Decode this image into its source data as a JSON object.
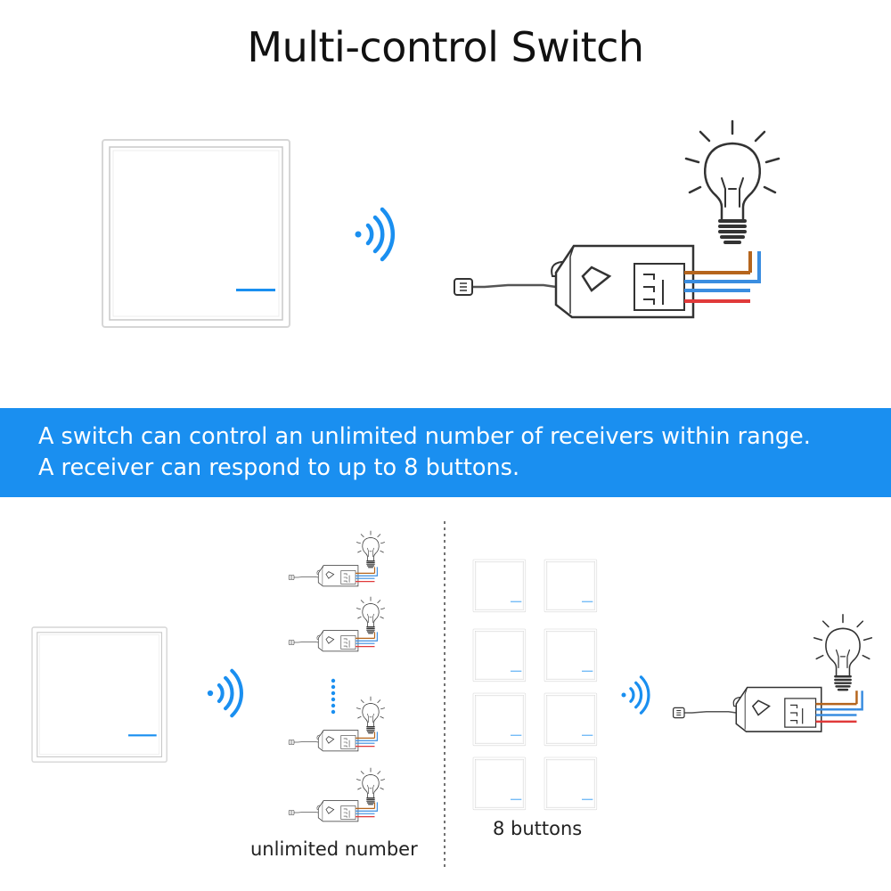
{
  "title": "Multi-control Switch",
  "banner": {
    "line1": "A switch can control an unlimited number of receivers within range.",
    "line2": "A receiver can respond to up to 8 buttons."
  },
  "captions": {
    "unlimited": "unlimited number",
    "buttons": "8 buttons"
  },
  "icons": [
    "wall-switch-icon",
    "wireless-signal-icon",
    "receiver-icon",
    "light-bulb-icon",
    "ellipsis-dots-icon",
    "dashed-divider"
  ],
  "colors": {
    "banner": "#1a8ff0",
    "signal": "#1a8ff0",
    "wire_brown": "#b5651d",
    "wire_blue": "#3a8de0",
    "wire_red": "#e03a3a",
    "outline": "#333333"
  }
}
